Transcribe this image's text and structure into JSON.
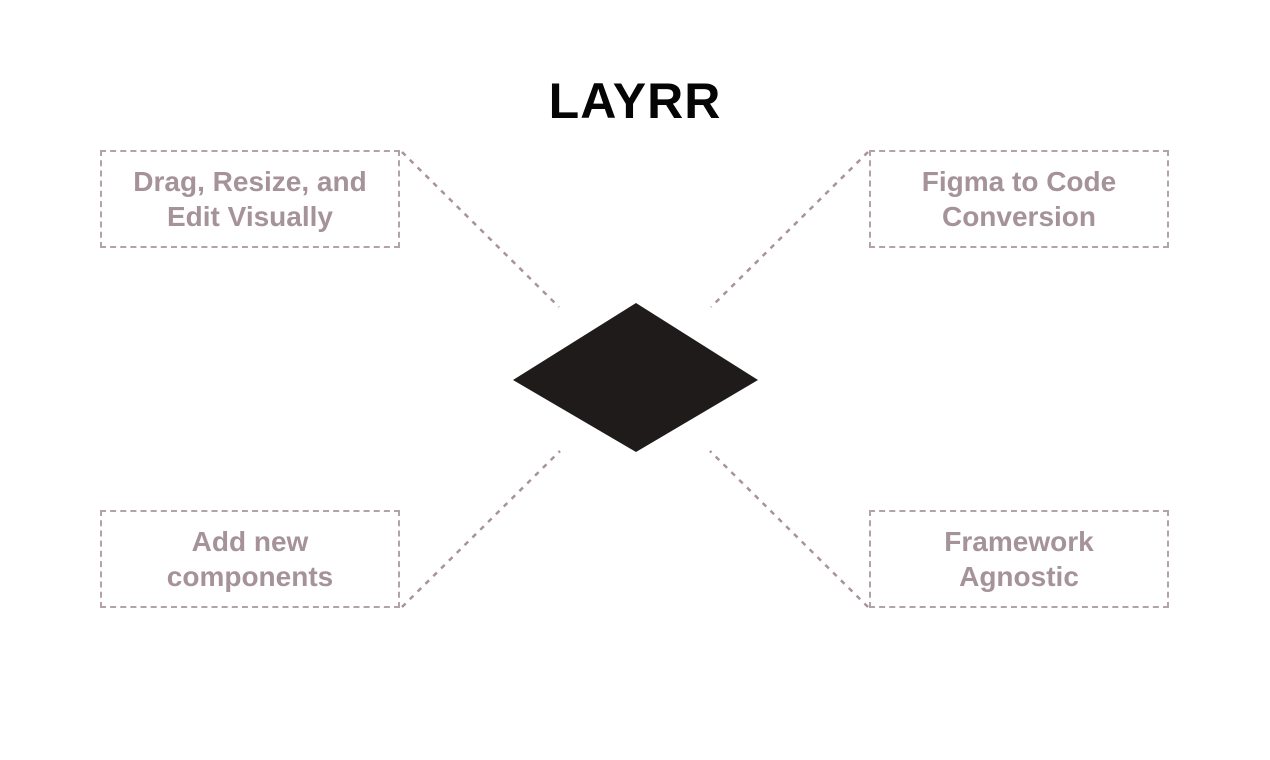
{
  "title": "LAYRR",
  "diagram": {
    "center_shape": "diamond",
    "nodes": [
      {
        "id": "drag-resize-edit",
        "label": "Drag, Resize, and\nEdit Visually",
        "position": "top-left"
      },
      {
        "id": "figma-to-code",
        "label": "Figma to Code\nConversion",
        "position": "top-right"
      },
      {
        "id": "add-components",
        "label": "Add new\ncomponents",
        "position": "bottom-left"
      },
      {
        "id": "framework-agnostic",
        "label": "Framework\nAgnostic",
        "position": "bottom-right"
      }
    ]
  },
  "colors": {
    "background": "#ffffff",
    "title_text": "#050505",
    "node_text": "#a59399",
    "node_border": "#b3a2a7",
    "connector": "#a89399",
    "diamond": "#1f1b1b"
  }
}
